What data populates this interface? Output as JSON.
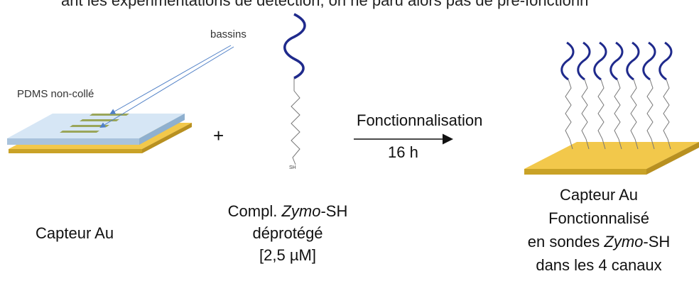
{
  "header_cut": "ant les expérimentations de détection, on ne paru alors pas de pré-fonctionn",
  "bassins": "bassins",
  "pdms": "PDMS non-collé",
  "plus": "+",
  "arrow_top": "Fonctionnalisation",
  "arrow_bottom": "16 h",
  "sh_label": "SH",
  "capteur": "Capteur Au",
  "compl": {
    "line1_prefix": "Compl. ",
    "line1_italic": "Zymo",
    "line1_suffix": "-SH",
    "line2": "déprotégé",
    "line3": "[2,5 µM]"
  },
  "result": {
    "line1": "Capteur Au",
    "line2": "Fonctionnalisé",
    "line3_prefix": "en sondes ",
    "line3_italic": "Zymo",
    "line3_suffix": "-SH",
    "line4": "dans les 4 canaux"
  },
  "colors": {
    "gold_top": "#f2c84b",
    "gold_side": "#c9a227",
    "pdms": "#d6e6f5",
    "dna": "#1f2a8c",
    "arrow_blue": "#4f7fc6"
  }
}
